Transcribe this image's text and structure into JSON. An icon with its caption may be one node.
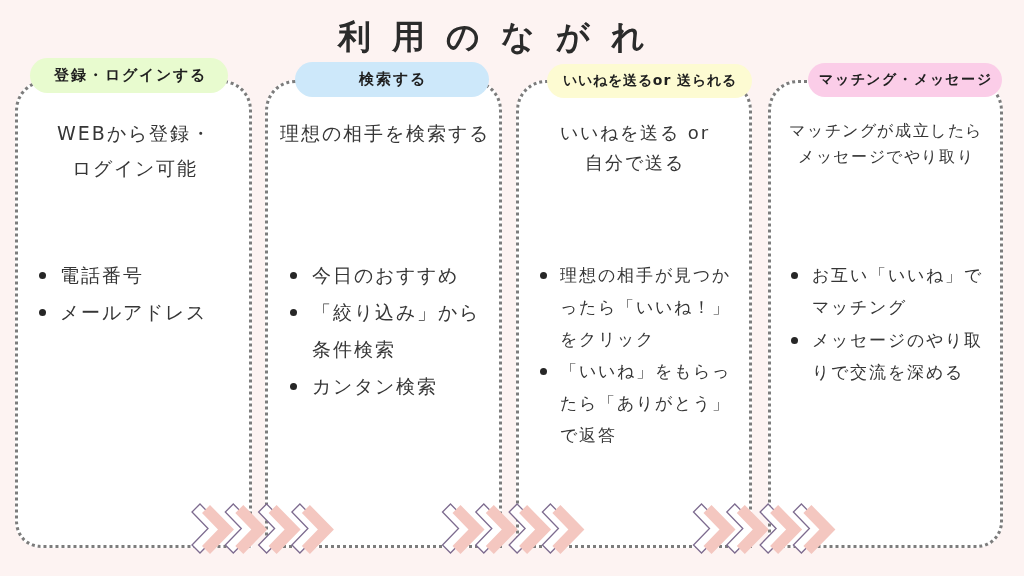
{
  "diagram": {
    "title": "利用のながれ",
    "nodes": [
      {
        "text": [
          "登録・ログインする",
          "WEBから登録・ログイン可能",
          "電話番号",
          "メールアドレス"
        ]
      },
      {
        "text": [
          "検索する",
          "理想の相手を検索する",
          "今日のおすすめ",
          "「絞り込み」から条件検索",
          "カンタン検索"
        ]
      },
      {
        "text": [
          "いいねを送るor 送られる",
          "いいねを送る or自分で送る",
          "理想の相手が見つかったら「いいね！」をクリック",
          "「いいね」をもらったら「ありがとう」で返答"
        ]
      },
      {
        "text": [
          "マッチング・メッセージ",
          "マッチングが成立したらメッセージでやり取り",
          "お互い「いいね」でマッチング",
          "メッセージのやり取りで交流を深める"
        ]
      }
    ],
    "edges": [
      {
        "from": 0,
        "to": 1,
        "arrow": "to"
      },
      {
        "from": 1,
        "to": 2,
        "arrow": "to"
      },
      {
        "from": 2,
        "to": 3,
        "arrow": "to"
      }
    ]
  }
}
